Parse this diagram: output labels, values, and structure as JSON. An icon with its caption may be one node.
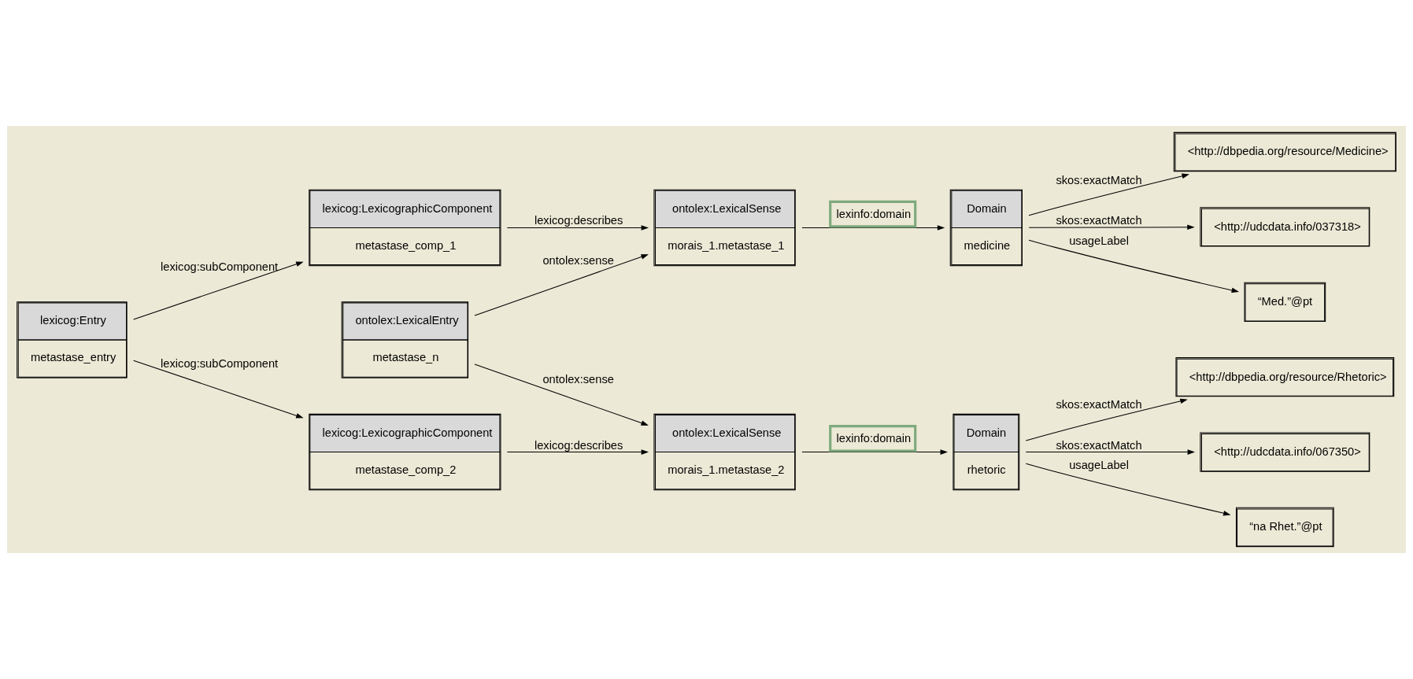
{
  "diagram": {
    "nodes": [
      {
        "text": [
          "lexicog:Entry",
          "metastase_entry"
        ]
      },
      {
        "text": [
          "lexicog:LexicographicComponent",
          "metastase_comp_1"
        ]
      },
      {
        "text": [
          "lexicog:LexicographicComponent",
          "metastase_comp_2"
        ]
      },
      {
        "text": [
          "ontolex:LexicalSense",
          "morais_1.metastase_1"
        ]
      },
      {
        "text": [
          "ontolex:LexicalSense",
          "morais_1.metastase_2"
        ]
      },
      {
        "text": [
          "ontolex:LexicalEntry",
          "metastase_n"
        ]
      },
      {
        "text": [
          "Domain",
          "medicine"
        ]
      },
      {
        "text": [
          "Domain",
          "rhetoric"
        ]
      },
      {
        "text": [
          "<http://dbpedia.org/resource/Medicine>"
        ]
      },
      {
        "text": [
          "<http://udcdata.info/037318>"
        ]
      },
      {
        "text": [
          "“Med.”@pt"
        ]
      },
      {
        "text": [
          "<http://dbpedia.org/resource/Rhetoric>"
        ]
      },
      {
        "text": [
          "<http://udcdata.info/067350>"
        ]
      },
      {
        "text": [
          "“na Rhet.”@pt"
        ]
      }
    ],
    "edges": [
      {
        "from": 0,
        "to": 1,
        "arrow": "to",
        "label": "lexicog:subComponent"
      },
      {
        "from": 0,
        "to": 2,
        "arrow": "to",
        "label": "lexicog:subComponent"
      },
      {
        "from": 1,
        "to": 3,
        "arrow": "to",
        "label": "lexicog:describes"
      },
      {
        "from": 2,
        "to": 4,
        "arrow": "to",
        "label": "lexicog:describes"
      },
      {
        "from": 5,
        "to": 3,
        "arrow": "to",
        "label": "ontolex:sense"
      },
      {
        "from": 5,
        "to": 4,
        "arrow": "to",
        "label": "ontolex:sense"
      },
      {
        "from": 3,
        "to": 6,
        "arrow": "to",
        "label": "lexinfo:domain"
      },
      {
        "from": 4,
        "to": 7,
        "arrow": "to",
        "label": "lexinfo:domain"
      },
      {
        "from": 6,
        "to": 8,
        "arrow": "to",
        "label": "skos:exactMatch"
      },
      {
        "from": 6,
        "to": 9,
        "arrow": "to",
        "label": "skos:exactMatch"
      },
      {
        "from": 6,
        "to": 10,
        "arrow": "to",
        "label": "usageLabel"
      },
      {
        "from": 7,
        "to": 11,
        "arrow": "to",
        "label": "skos:exactMatch"
      },
      {
        "from": 7,
        "to": 12,
        "arrow": "to",
        "label": "skos:exactMatch"
      },
      {
        "from": 7,
        "to": 13,
        "arrow": "to",
        "label": "usageLabel"
      }
    ]
  }
}
